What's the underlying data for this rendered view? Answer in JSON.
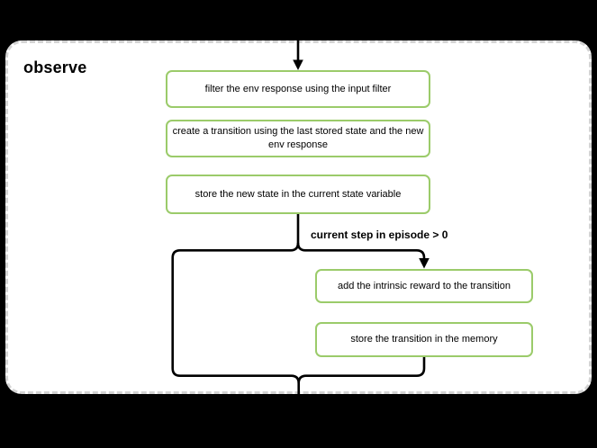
{
  "diagram": {
    "title": "observe",
    "nodes": [
      {
        "id": "filter-env-response",
        "label": "filter the env response using the input filter"
      },
      {
        "id": "create-transition",
        "label": "create a transition using the last stored state and the new env response"
      },
      {
        "id": "store-new-state",
        "label": "store the new state in the current state variable"
      },
      {
        "id": "add-intrinsic-reward",
        "label": "add the intrinsic reward to the transition"
      },
      {
        "id": "store-transition",
        "label": "store the transition in the memory"
      }
    ],
    "condition_label": "current step in episode > 0",
    "colors": {
      "node_border": "#9bcb6a",
      "edge": "#000000",
      "frame_border": "#d4d4d4",
      "panel_bg": "#ffffff",
      "page_bg": "#000000",
      "text": "#000000"
    }
  }
}
